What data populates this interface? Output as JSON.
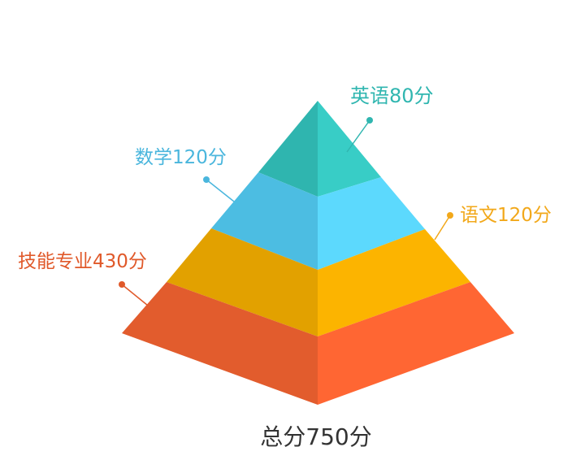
{
  "layers": [
    {
      "label": "英语80分",
      "color": "#30b6b0",
      "left_color": "#2fb5af",
      "right_color": "#38cdc6"
    },
    {
      "label": "数学120分",
      "color": "#4ab6dd",
      "left_color": "#4cbde2",
      "right_color": "#5cd9fd"
    },
    {
      "label": "语文120分",
      "color": "#f2a81a",
      "left_color": "#e2a100",
      "right_color": "#fcb400"
    },
    {
      "label": "技能专业430分",
      "color": "#e0592a",
      "left_color": "#e25c2d",
      "right_color": "#ff6633"
    }
  ],
  "total": {
    "label": "总分750分",
    "color": "#333333"
  }
}
